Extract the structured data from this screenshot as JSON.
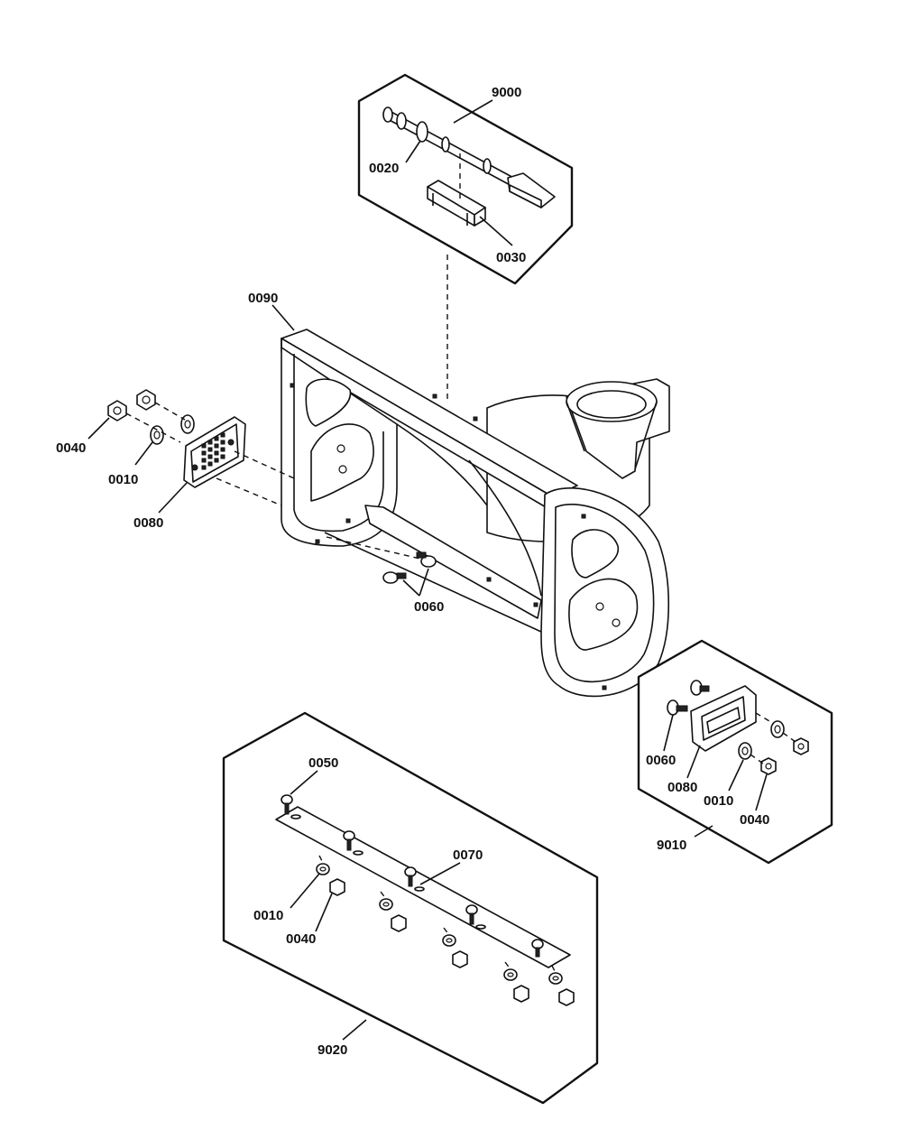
{
  "labels": {
    "kit_9000": "9000",
    "p0020": "0020",
    "p0030": "0030",
    "p0090": "0090",
    "p0040_left": "0040",
    "p0010_left": "0010",
    "p0080_left": "0080",
    "p0060_main": "0060",
    "p0060_kit": "0060",
    "p0080_kit": "0080",
    "p0010_kit": "0010",
    "p0040_kit": "0040",
    "kit_9010": "9010",
    "p0050": "0050",
    "p0070": "0070",
    "p0010_bar": "0010",
    "p0040_bar": "0040",
    "kit_9020": "9020"
  }
}
